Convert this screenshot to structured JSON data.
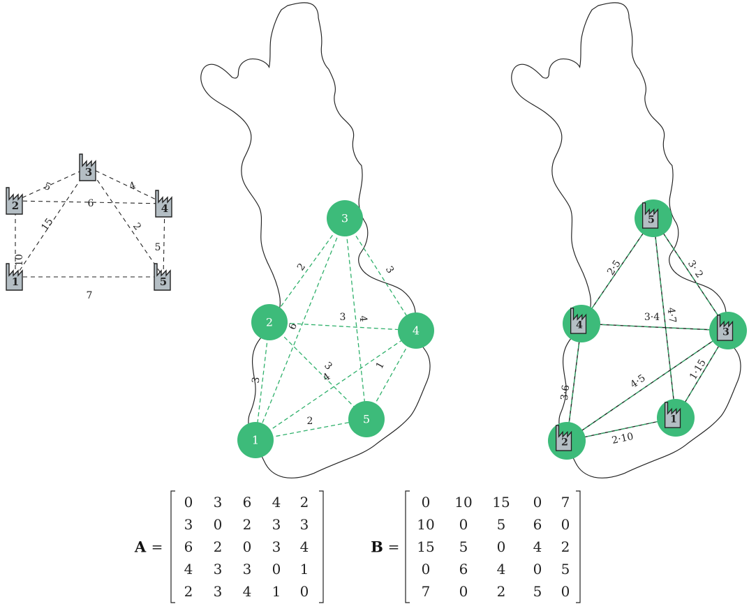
{
  "colors": {
    "node": "#3dbb7a",
    "edge_green": "#2fb06b",
    "factory_fill": "#b4bec4",
    "outline": "#222222"
  },
  "factory_graph": {
    "nodes": [
      "1",
      "2",
      "3",
      "4",
      "5"
    ],
    "edges": [
      {
        "a": "2",
        "b": "3",
        "label": "5"
      },
      {
        "a": "3",
        "b": "4",
        "label": "4"
      },
      {
        "a": "2",
        "b": "4",
        "label": "6"
      },
      {
        "a": "1",
        "b": "3",
        "label": "15"
      },
      {
        "a": "3",
        "b": "5",
        "label": "2"
      },
      {
        "a": "4",
        "b": "5",
        "label": "5"
      },
      {
        "a": "1",
        "b": "2",
        "label": "10"
      },
      {
        "a": "1",
        "b": "5",
        "label": "7"
      }
    ]
  },
  "location_graph": {
    "nodes": [
      "1",
      "2",
      "3",
      "4",
      "5"
    ],
    "edges": [
      {
        "a": "3",
        "b": "2",
        "label": "2"
      },
      {
        "a": "3",
        "b": "4",
        "label": "3"
      },
      {
        "a": "3",
        "b": "1",
        "label": "6"
      },
      {
        "a": "3",
        "b": "5",
        "label": "4"
      },
      {
        "a": "2",
        "b": "4",
        "label": "3"
      },
      {
        "a": "2",
        "b": "5",
        "label": "3"
      },
      {
        "a": "2",
        "b": "1",
        "label": "3"
      },
      {
        "a": "1",
        "b": "4",
        "label": "4"
      },
      {
        "a": "4",
        "b": "5",
        "label": "1"
      },
      {
        "a": "1",
        "b": "5",
        "label": "2"
      }
    ]
  },
  "assignment_graph": {
    "nodes": [
      {
        "location": "3",
        "factory": "5"
      },
      {
        "location": "2",
        "factory": "4"
      },
      {
        "location": "4",
        "factory": "3"
      },
      {
        "location": "5",
        "factory": "1"
      },
      {
        "location": "1",
        "factory": "2"
      }
    ],
    "edges": [
      {
        "a": "5",
        "b": "4",
        "label": "2·5"
      },
      {
        "a": "5",
        "b": "3",
        "label": "3· 2"
      },
      {
        "a": "4",
        "b": "3",
        "label": "3·4"
      },
      {
        "a": "5",
        "b": "1",
        "label": "4·7"
      },
      {
        "a": "4",
        "b": "2",
        "label": "3·6"
      },
      {
        "a": "2",
        "b": "3",
        "label": "4·5"
      },
      {
        "a": "1",
        "b": "3",
        "label": "1·15"
      },
      {
        "a": "2",
        "b": "1",
        "label": "2·10"
      }
    ]
  },
  "matrices": [
    {
      "name": "A",
      "rows": [
        [
          "0",
          "3",
          "6",
          "4",
          "2"
        ],
        [
          "3",
          "0",
          "2",
          "3",
          "3"
        ],
        [
          "6",
          "2",
          "0",
          "3",
          "4"
        ],
        [
          "4",
          "3",
          "3",
          "0",
          "1"
        ],
        [
          "2",
          "3",
          "4",
          "1",
          "0"
        ]
      ]
    },
    {
      "name": "B",
      "rows": [
        [
          "0",
          "10",
          "15",
          "0",
          "7"
        ],
        [
          "10",
          "0",
          "5",
          "6",
          "0"
        ],
        [
          "15",
          "5",
          "0",
          "4",
          "2"
        ],
        [
          "0",
          "6",
          "4",
          "0",
          "5"
        ],
        [
          "7",
          "0",
          "2",
          "5",
          "0"
        ]
      ]
    }
  ]
}
